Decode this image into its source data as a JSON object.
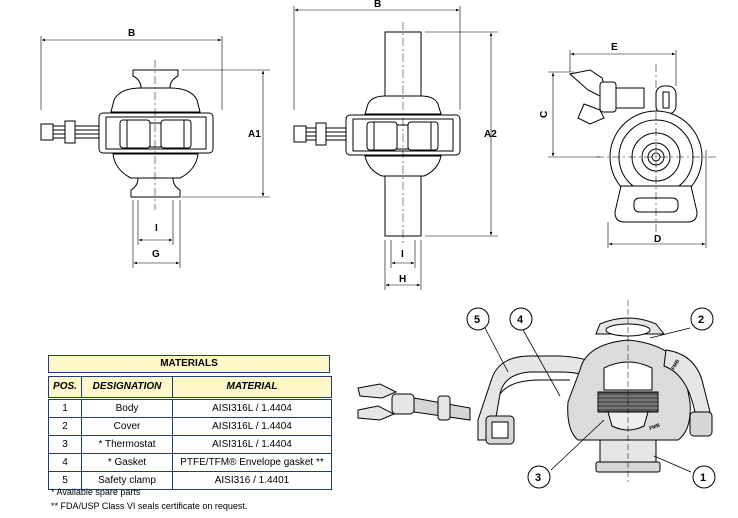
{
  "dimension_labels": {
    "front_width": "B",
    "front_height": "A1",
    "front_gasket": "I",
    "front_clamp": "G",
    "tall_width": "B",
    "tall_height": "A2",
    "tall_gasket": "I",
    "tall_tube": "H",
    "side_width": "E",
    "side_height": "C",
    "side_base": "D"
  },
  "callouts": [
    "5",
    "4",
    "2",
    "3",
    "1"
  ],
  "clamp_stamps": [
    "FMB",
    "FMB"
  ],
  "table": {
    "title": "MATERIALS",
    "headers": [
      "POS.",
      "DESIGNATION",
      "MATERIAL"
    ],
    "rows": [
      {
        "pos": "1",
        "designation": "Body",
        "material": "AISI316L / 1.4404"
      },
      {
        "pos": "2",
        "designation": "Cover",
        "material": "AISI316L / 1.4404"
      },
      {
        "pos": "3",
        "designation": "* Thermostat",
        "material": "AISI316L / 1.4404"
      },
      {
        "pos": "4",
        "designation": "* Gasket",
        "material": "PTFE/TFM® Envelope gasket **"
      },
      {
        "pos": "5",
        "designation": "Safety clamp",
        "material": "AISI316 / 1.4401"
      }
    ],
    "border_color": "#1f3d7a",
    "header_fill": "#fdf7c9"
  },
  "notes": [
    "* Available spare parts",
    "** FDA/USP Class VI seals certificate on request."
  ]
}
